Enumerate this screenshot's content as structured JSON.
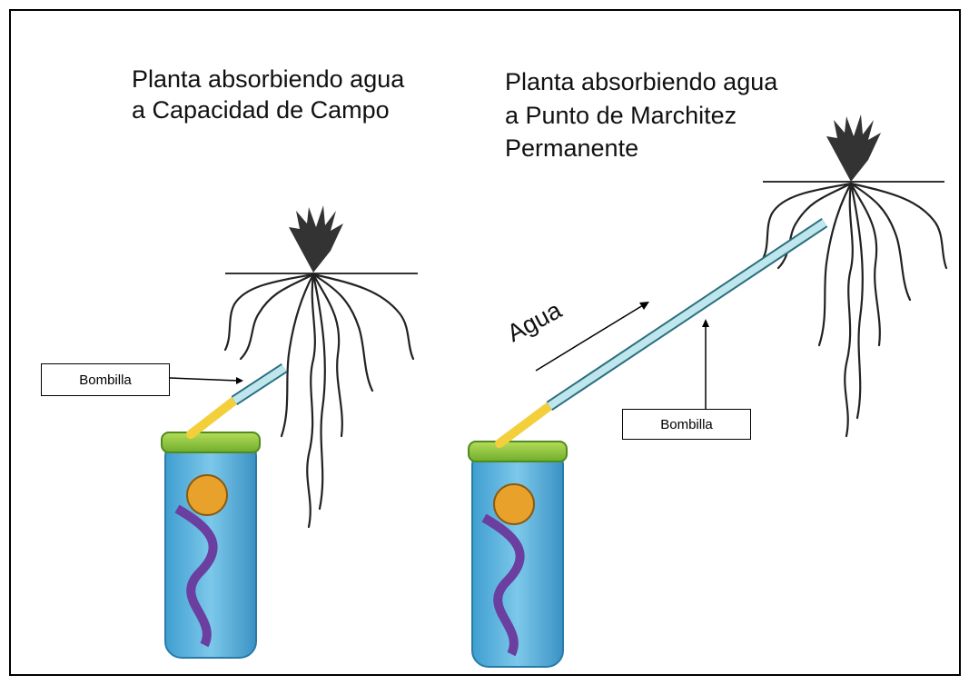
{
  "left_panel": {
    "title_line1": "Planta absorbiendo agua",
    "title_line2": "a Capacidad de Campo",
    "straw_label": "Bombilla"
  },
  "right_panel": {
    "title_line1": "Planta absorbiendo agua",
    "title_line2": "a Punto de Marchitez",
    "title_line3": "Permanente",
    "straw_label": "Bombilla",
    "flow_label": "Agua"
  },
  "colors": {
    "straw_blue": "#bfe6ec",
    "straw_yellow": "#f3cf3c",
    "cup_blue": "#5fb8e0",
    "cup_lid": "#8cc63f"
  }
}
